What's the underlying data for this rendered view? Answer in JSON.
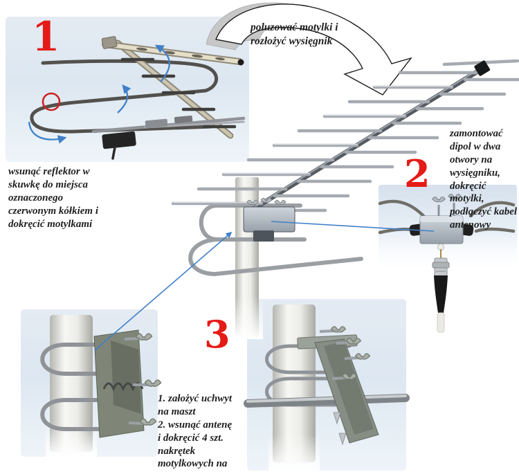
{
  "annotations": {
    "unfold": "poluzować motylki i\nrozłożyć wysięgnik"
  },
  "steps": [
    {
      "number": "1",
      "caption": "wsunąć reflektor w\nskuwkę do miejsca\noznaczonego\nczerwonym kółkiem i\ndokręcić motylkami"
    },
    {
      "number": "2",
      "caption": "zamontować\ndipol w dwa\notwory na\nwysięgniku,\ndokręcić motylki,\npodłączyć kabel\nantenowy"
    },
    {
      "number": "3",
      "caption": "1. założyć uchwyt\nna maszt\n2. wsunąć antenę\ni dokręcić 4 szt.\nnakrętek\nmotylkowych na\njarzemkach"
    }
  ],
  "colors": {
    "step_number": "#e41b17",
    "text": "#1f1f1f",
    "annotation_line": "#4080c8",
    "highlight_circle": "#cc2222"
  }
}
